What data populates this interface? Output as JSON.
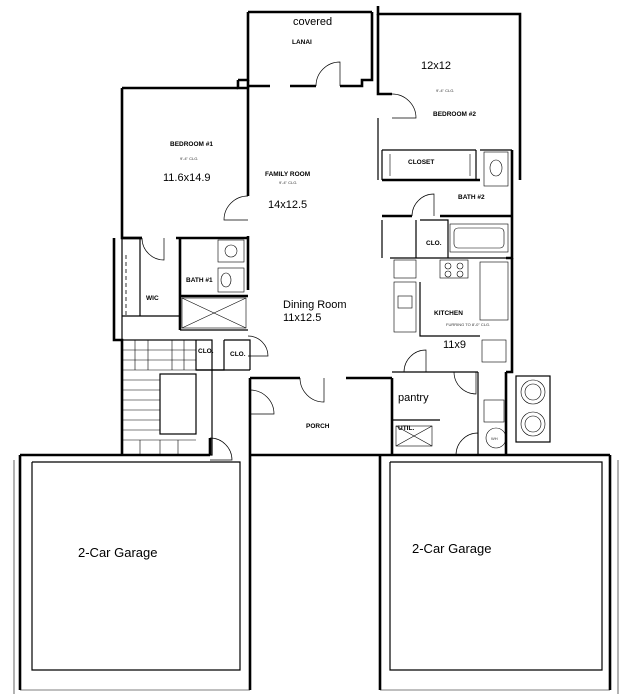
{
  "rooms": {
    "covered": "covered",
    "lanai": "LANAI",
    "bedroom2_size": "12x12",
    "bedroom2_clg": "9'-4\" CLG.",
    "bedroom2": "BEDROOM #2",
    "bedroom1": "BEDROOM #1",
    "bedroom1_clg": "9'-4\" CLG.",
    "bedroom1_size": "11.6x14.9",
    "family_room": "FAMILY ROOM",
    "family_clg": "9'-4\" CLG.",
    "family_size": "14x12.5",
    "closet": "CLOSET",
    "bath2": "BATH #2",
    "clo_bath2": "CLO.",
    "bath1": "BATH #1",
    "wic": "WIC",
    "dining": "Dining Room",
    "dining_size": "11x12.5",
    "kitchen": "KITCHEN",
    "kitchen_note": "FURRING TO 8'-0\" CLG.",
    "kitchen_size": "11x9",
    "clo_hall1": "CLO.",
    "clo_hall2": "CLO.",
    "pantry": "pantry",
    "porch": "PORCH",
    "util": "UTIL.",
    "wh": "WH",
    "garage_left": "2-Car Garage",
    "garage_right": "2-Car Garage"
  }
}
